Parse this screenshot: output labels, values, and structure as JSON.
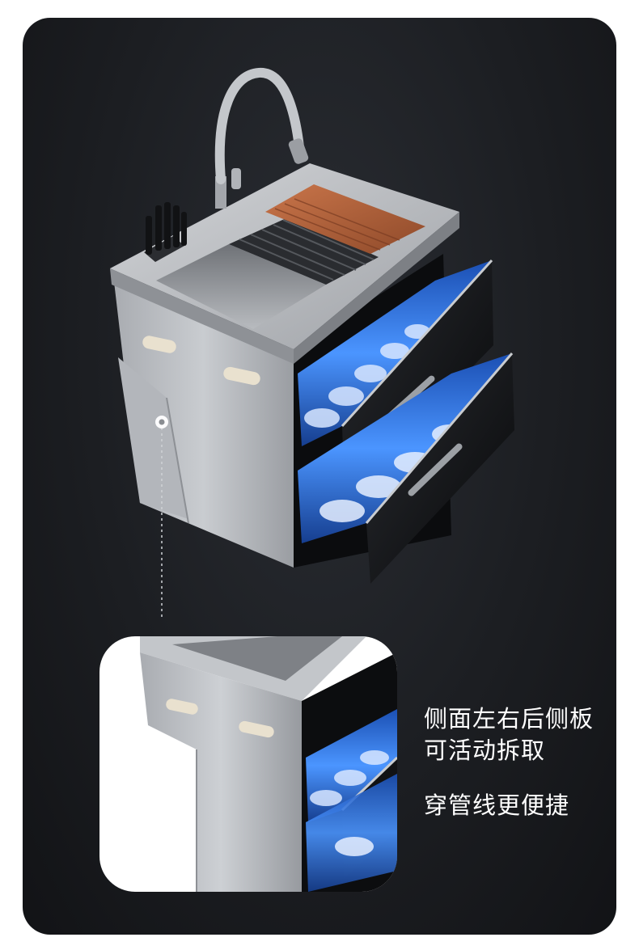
{
  "caption": {
    "line1": "侧面左右后侧板",
    "line2": "可活动拆取",
    "line3": "穿管线更便捷"
  },
  "colors": {
    "background": "#1c1e22",
    "steel": "#b9bcc1",
    "drawer_glass": "#0d0e10",
    "uv_light": "#3f8cff",
    "cutting_board": "#b5643a",
    "caption_text": "#ffffff"
  },
  "icons": {
    "faucet": "faucet-icon",
    "knife_block": "knife-block-icon",
    "hotspot": "hotspot-dot-icon"
  }
}
